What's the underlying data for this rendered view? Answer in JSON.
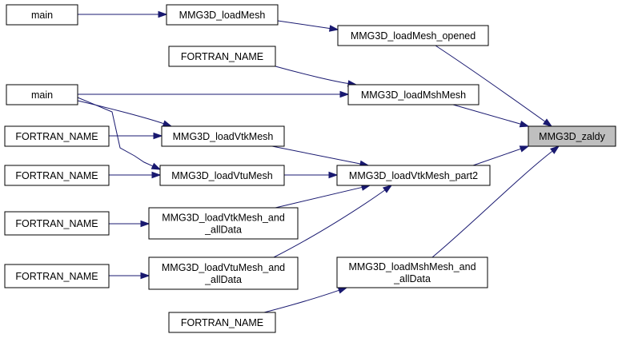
{
  "graph": {
    "edge_color": "#191970",
    "root_fill": "#bfbfbf",
    "nodes": {
      "main_top": {
        "lines": [
          "main"
        ]
      },
      "loadMesh": {
        "lines": [
          "MMG3D_loadMesh"
        ]
      },
      "loadMeshOpened": {
        "lines": [
          "MMG3D_loadMesh_opened"
        ]
      },
      "fortran1": {
        "lines": [
          "FORTRAN_NAME"
        ]
      },
      "loadMshMesh": {
        "lines": [
          "MMG3D_loadMshMesh"
        ]
      },
      "main_mid": {
        "lines": [
          "main"
        ]
      },
      "zaldy": {
        "lines": [
          "MMG3D_zaldy"
        ]
      },
      "fortran2": {
        "lines": [
          "FORTRAN_NAME"
        ]
      },
      "loadVtkMesh": {
        "lines": [
          "MMG3D_loadVtkMesh"
        ]
      },
      "fortran3": {
        "lines": [
          "FORTRAN_NAME"
        ]
      },
      "loadVtuMesh": {
        "lines": [
          "MMG3D_loadVtuMesh"
        ]
      },
      "part2": {
        "lines": [
          "MMG3D_loadVtkMesh_part2"
        ]
      },
      "fortran4": {
        "lines": [
          "FORTRAN_NAME"
        ]
      },
      "vtkAllData": {
        "lines": [
          "MMG3D_loadVtkMesh_and",
          "_allData"
        ]
      },
      "fortran5": {
        "lines": [
          "FORTRAN_NAME"
        ]
      },
      "vtuAllData": {
        "lines": [
          "MMG3D_loadVtuMesh_and",
          "_allData"
        ]
      },
      "mshAllData": {
        "lines": [
          "MMG3D_loadMshMesh_and",
          "_allData"
        ]
      },
      "fortran6": {
        "lines": [
          "FORTRAN_NAME"
        ]
      }
    },
    "edges": [
      [
        "main_top",
        "loadMesh"
      ],
      [
        "loadMesh",
        "loadMeshOpened"
      ],
      [
        "loadMeshOpened",
        "zaldy"
      ],
      [
        "fortran1",
        "loadMshMesh"
      ],
      [
        "main_mid",
        "loadMshMesh"
      ],
      [
        "loadMshMesh",
        "zaldy"
      ],
      [
        "main_mid",
        "loadVtkMesh"
      ],
      [
        "main_mid",
        "loadVtuMesh"
      ],
      [
        "fortran2",
        "loadVtkMesh"
      ],
      [
        "fortran3",
        "loadVtuMesh"
      ],
      [
        "loadVtkMesh",
        "part2"
      ],
      [
        "loadVtuMesh",
        "part2"
      ],
      [
        "vtkAllData",
        "part2"
      ],
      [
        "vtuAllData",
        "part2"
      ],
      [
        "part2",
        "zaldy"
      ],
      [
        "fortran4",
        "vtkAllData"
      ],
      [
        "fortran5",
        "vtuAllData"
      ],
      [
        "fortran6",
        "mshAllData"
      ],
      [
        "mshAllData",
        "zaldy"
      ]
    ]
  }
}
